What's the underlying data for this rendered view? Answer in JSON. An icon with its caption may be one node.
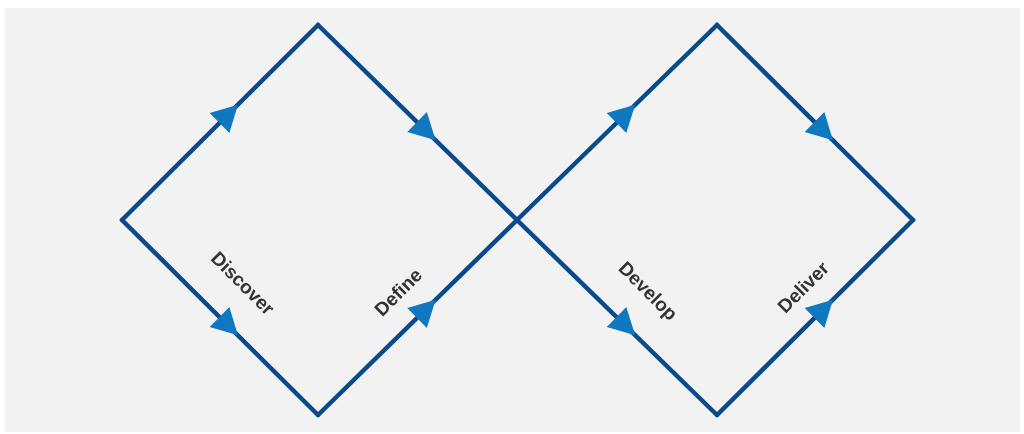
{
  "diagram": {
    "labels": [
      "Discover",
      "Define",
      "Develop",
      "Deliver"
    ]
  }
}
